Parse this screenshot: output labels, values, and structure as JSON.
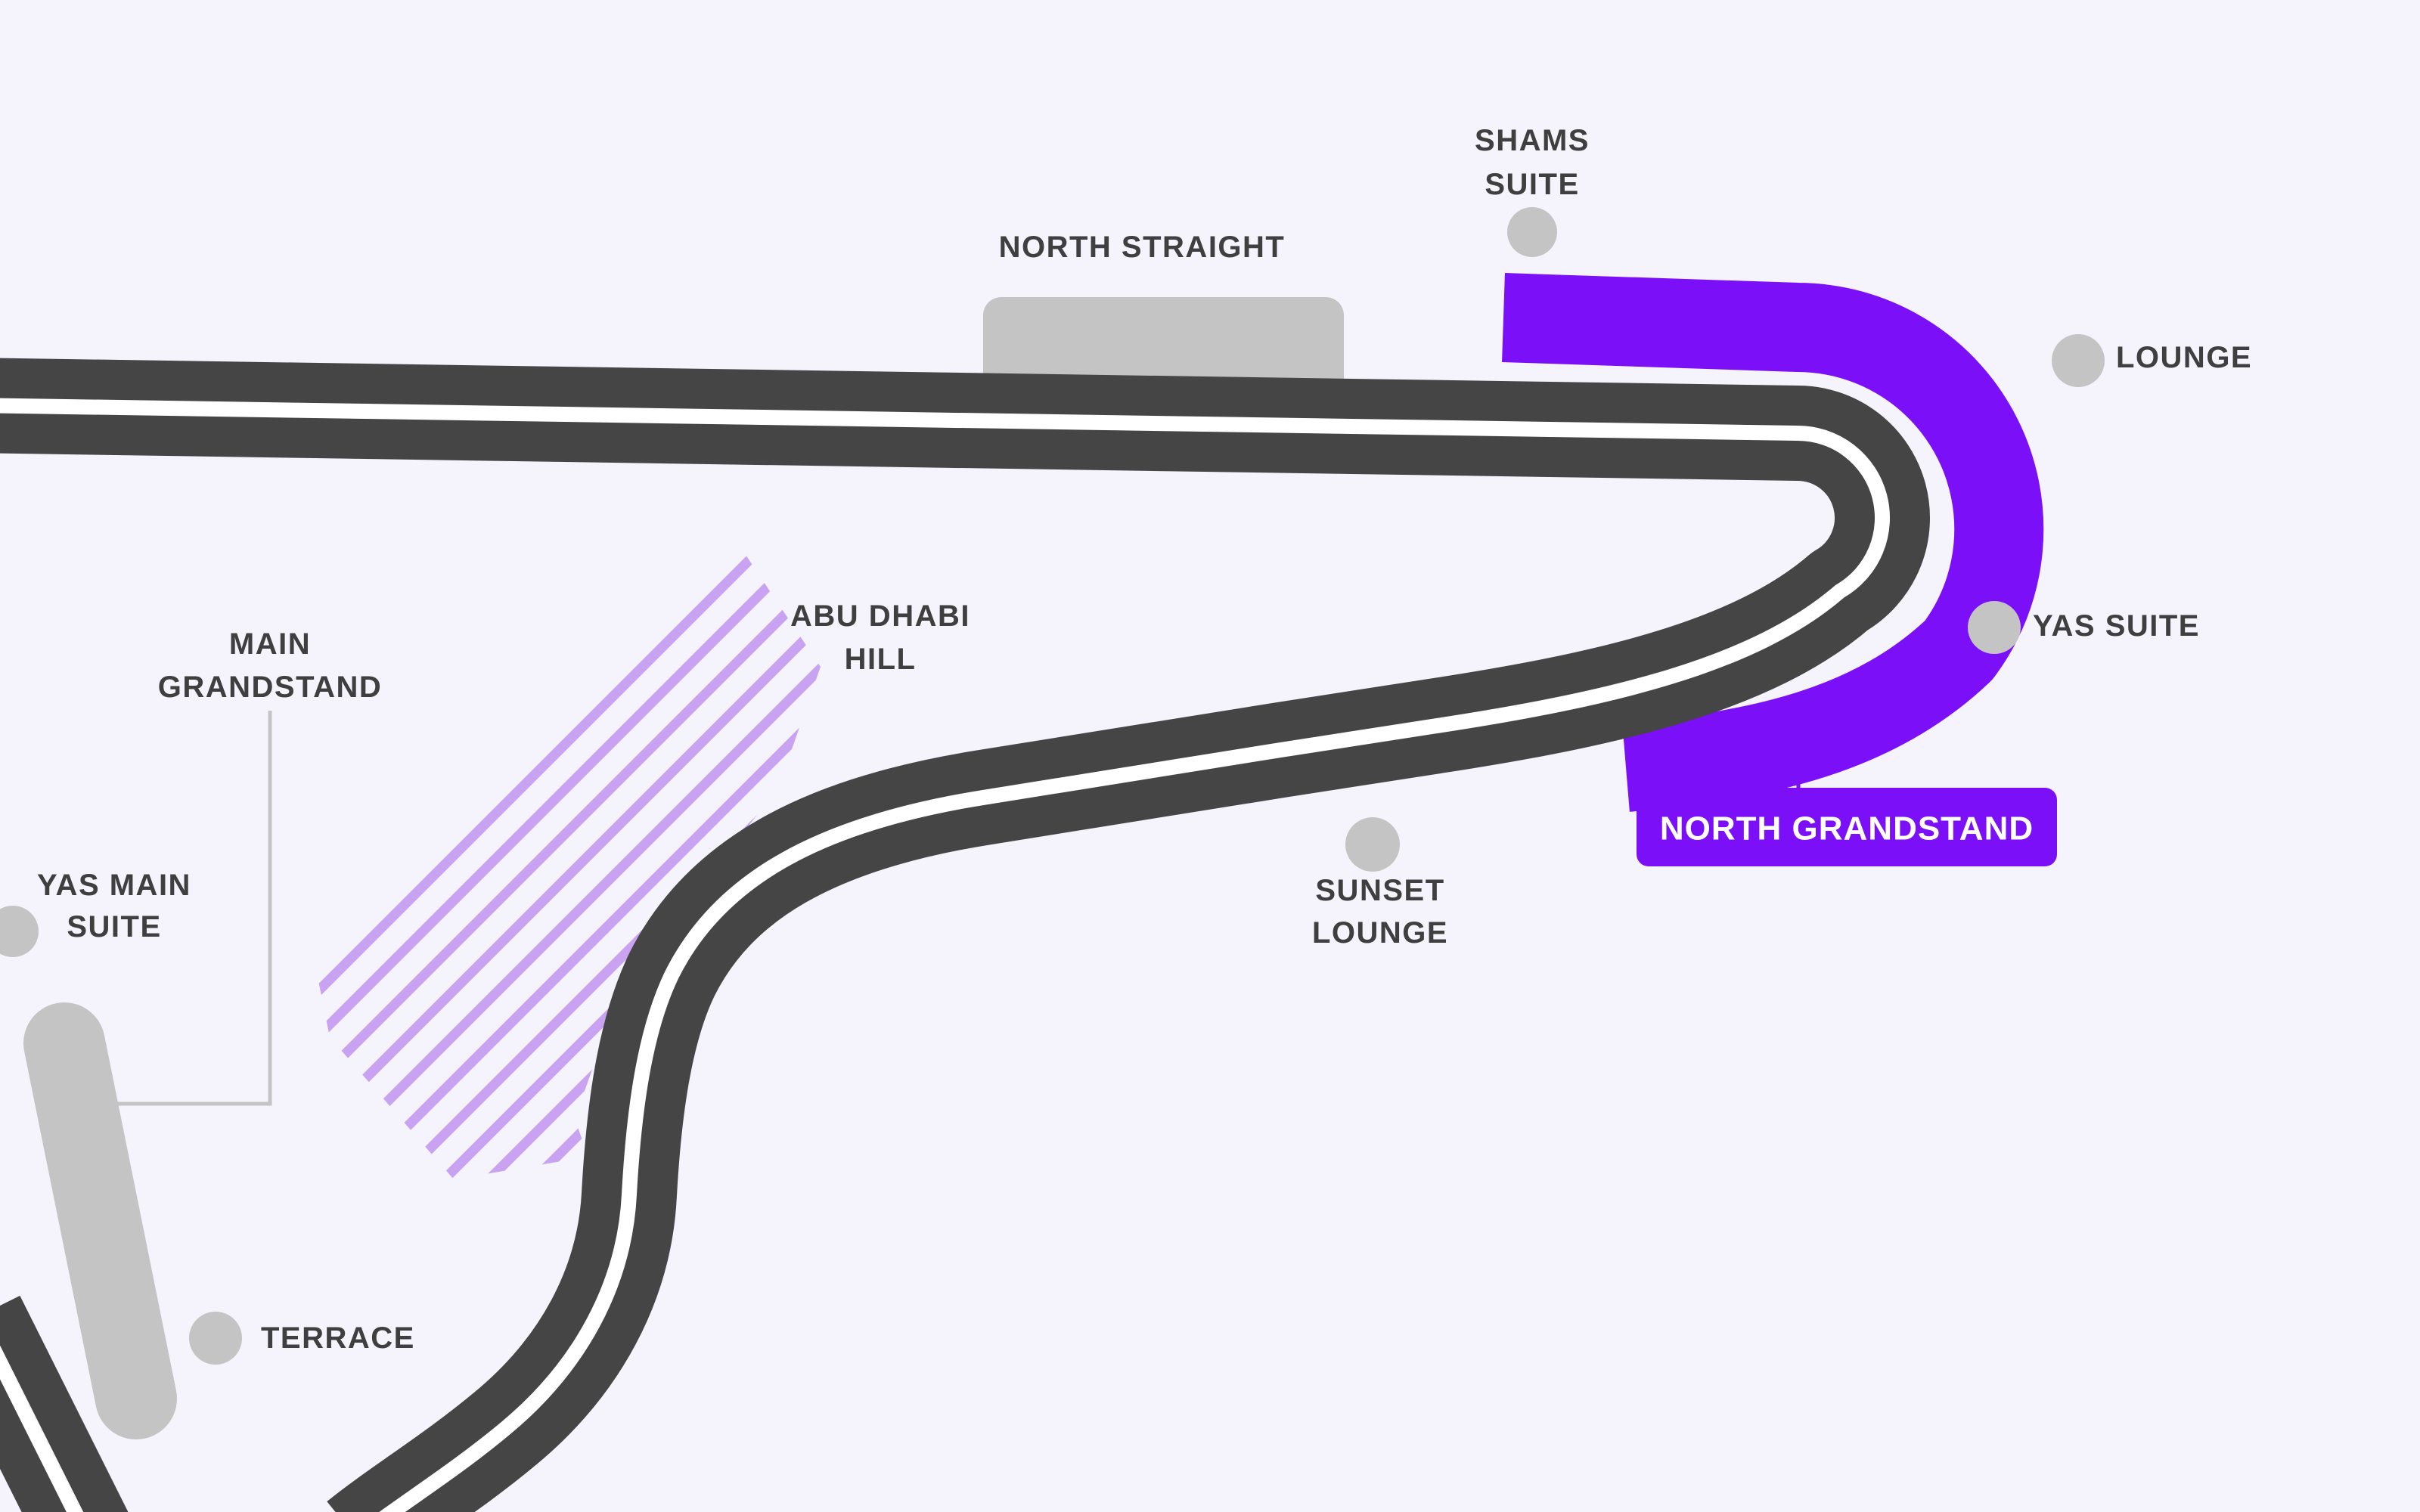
{
  "colors": {
    "background": "#f5f3fb",
    "track": "#454545",
    "track_line": "#ffffff",
    "highlight": "#7b0ff7",
    "muted": "#c4c4c4",
    "hatch": "#c9a3f1",
    "label_text": "#3f3f3f",
    "button_text": "#ffffff"
  },
  "labels": {
    "north_straight": {
      "text": "NORTH STRAIGHT"
    },
    "shams_suite": {
      "line1": "SHAMS",
      "line2": "SUITE"
    },
    "lounge": {
      "text": "LOUNGE"
    },
    "yas_suite": {
      "text": "YAS SUITE"
    },
    "sunset_lounge": {
      "line1": "SUNSET",
      "line2": "LOUNGE"
    },
    "abu_dhabi_hill": {
      "line1": "ABU DHABI",
      "line2": "HILL"
    },
    "main_grandstand": {
      "line1": "MAIN",
      "line2": "GRANDSTAND"
    },
    "yas_main_suite": {
      "line1": "YAS MAIN",
      "line2": "SUITE"
    },
    "terrace": {
      "text": "TERRACE"
    }
  },
  "selected_section": {
    "button_label": "NORTH GRANDSTAND"
  }
}
